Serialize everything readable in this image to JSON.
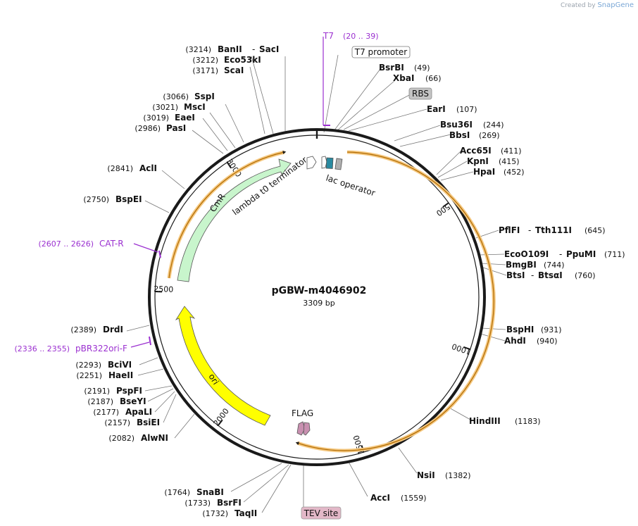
{
  "plasmid": {
    "name": "pGBW-m4046902",
    "length_label": "3309 bp",
    "length": 3309
  },
  "branding": {
    "created_by": "Created by",
    "app": "SnapGene"
  },
  "ticks": [
    {
      "label": "500",
      "pos": 500
    },
    {
      "label": "1000",
      "pos": 1000
    },
    {
      "label": "1500",
      "pos": 1500
    },
    {
      "label": "2000",
      "pos": 2000
    },
    {
      "label": "2500",
      "pos": 2500
    },
    {
      "label": "3000",
      "pos": 3000
    }
  ],
  "sites": [
    {
      "name": "BanII",
      "name2": "SacI",
      "pos": "(3214)",
      "bp": 3214,
      "side": "left"
    },
    {
      "name": "Eco53kI",
      "pos": "(3212)",
      "bp": 3212,
      "side": "left"
    },
    {
      "name": "ScaI",
      "pos": "(3171)",
      "bp": 3171,
      "side": "left"
    },
    {
      "name": "SspI",
      "pos": "(3066)",
      "bp": 3066,
      "side": "left"
    },
    {
      "name": "MscI",
      "pos": "(3021)",
      "bp": 3021,
      "side": "left"
    },
    {
      "name": "EaeI",
      "pos": "(3019)",
      "bp": 3019,
      "side": "left"
    },
    {
      "name": "PasI",
      "pos": "(2986)",
      "bp": 2986,
      "side": "left"
    },
    {
      "name": "AclI",
      "pos": "(2841)",
      "bp": 2841,
      "side": "left"
    },
    {
      "name": "BspEI",
      "pos": "(2750)",
      "bp": 2750,
      "side": "left"
    },
    {
      "name": "DrdI",
      "pos": "(2389)",
      "bp": 2389,
      "side": "left"
    },
    {
      "name": "BciVI",
      "pos": "(2293)",
      "bp": 2293,
      "side": "left"
    },
    {
      "name": "HaeII",
      "pos": "(2251)",
      "bp": 2251,
      "side": "left"
    },
    {
      "name": "PspFI",
      "pos": "(2191)",
      "bp": 2191,
      "side": "left"
    },
    {
      "name": "BseYI",
      "pos": "(2187)",
      "bp": 2187,
      "side": "left"
    },
    {
      "name": "ApaLI",
      "pos": "(2177)",
      "bp": 2177,
      "side": "left"
    },
    {
      "name": "BsiEI",
      "pos": "(2157)",
      "bp": 2157,
      "side": "left"
    },
    {
      "name": "AlwNI",
      "pos": "(2082)",
      "bp": 2082,
      "side": "left"
    },
    {
      "name": "SnaBI",
      "pos": "(1764)",
      "bp": 1764,
      "side": "left"
    },
    {
      "name": "BsrFI",
      "pos": "(1733)",
      "bp": 1733,
      "side": "left"
    },
    {
      "name": "TaqII",
      "pos": "(1732)",
      "bp": 1732,
      "side": "left"
    },
    {
      "name": "BsrBI",
      "pos": "(49)",
      "bp": 49,
      "side": "right"
    },
    {
      "name": "XbaI",
      "pos": "(66)",
      "bp": 66,
      "side": "right"
    },
    {
      "name": "EarI",
      "pos": "(107)",
      "bp": 107,
      "side": "right"
    },
    {
      "name": "Bsu36I",
      "pos": "(244)",
      "bp": 244,
      "side": "right"
    },
    {
      "name": "BbsI",
      "pos": "(269)",
      "bp": 269,
      "side": "right"
    },
    {
      "name": "Acc65I",
      "pos": "(411)",
      "bp": 411,
      "side": "right"
    },
    {
      "name": "KpnI",
      "pos": "(415)",
      "bp": 415,
      "side": "right"
    },
    {
      "name": "HpaI",
      "pos": "(452)",
      "bp": 452,
      "side": "right"
    },
    {
      "name": "PflFI",
      "name2": "Tth111I",
      "pos": "(645)",
      "bp": 645,
      "side": "right"
    },
    {
      "name": "EcoO109I",
      "name2": "PpuMI",
      "pos": "(711)",
      "bp": 711,
      "side": "right"
    },
    {
      "name": "BmgBI",
      "pos": "(744)",
      "bp": 744,
      "side": "right"
    },
    {
      "name": "BtsI",
      "name2": "BtsαI",
      "pos": "(760)",
      "bp": 760,
      "side": "right"
    },
    {
      "name": "BspHI",
      "pos": "(931)",
      "bp": 931,
      "side": "right"
    },
    {
      "name": "AhdI",
      "pos": "(940)",
      "bp": 940,
      "side": "right"
    },
    {
      "name": "HindIII",
      "pos": "(1183)",
      "bp": 1183,
      "side": "right"
    },
    {
      "name": "NsiI",
      "pos": "(1382)",
      "bp": 1382,
      "side": "right"
    },
    {
      "name": "AccI",
      "pos": "(1559)",
      "bp": 1559,
      "side": "right"
    }
  ],
  "primers": [
    {
      "name": "T7",
      "range": "(20 .. 39)"
    },
    {
      "name": "CAT-R",
      "range": "(2607 .. 2626)"
    },
    {
      "name": "pBR322ori-F",
      "range": "(2336 .. 2355)"
    }
  ],
  "features": [
    {
      "label": "T7 promoter",
      "kind": "boxed"
    },
    {
      "label": "RBS",
      "kind": "gray"
    },
    {
      "label": "TEV site",
      "kind": "pink"
    },
    {
      "label": "lac operator",
      "kind": "plain"
    },
    {
      "label": "lambda t0 terminator",
      "kind": "plain"
    },
    {
      "label": "FLAG",
      "kind": "plain"
    },
    {
      "label": "CmR",
      "kind": "arc"
    },
    {
      "label": "ori",
      "kind": "arc"
    }
  ],
  "colors": {
    "backbone": "#1a1a1a",
    "primer": "#9b30d0",
    "orf": "#f0a830",
    "cmr": "#c8f5cc",
    "ori": "#ffff00",
    "lac_operator": "#2a8aa0",
    "rbs": "#b0b0b0",
    "flag": "#c890b0"
  }
}
